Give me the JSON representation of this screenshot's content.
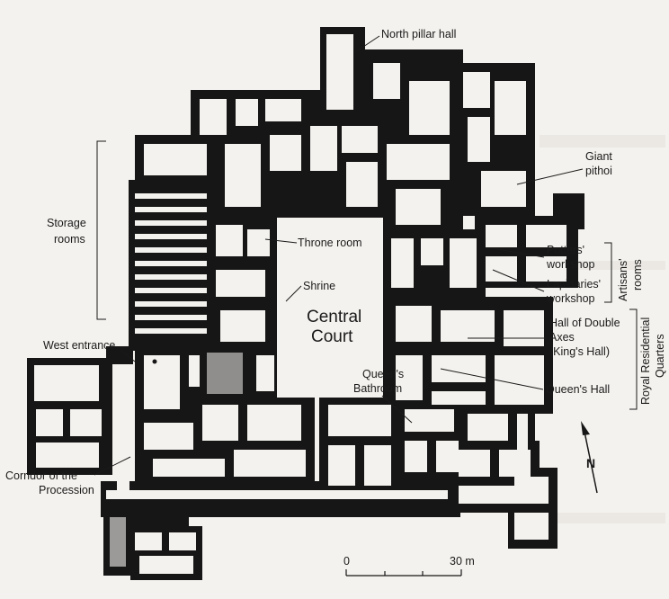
{
  "labels": {
    "north_pillar_hall": "North pillar hall",
    "giant_pithoi": [
      "Giant",
      "pithoi"
    ],
    "storage_rooms": [
      "Storage",
      "rooms"
    ],
    "throne_room": "Throne room",
    "potters_workshop": [
      "Potters'",
      "workshop"
    ],
    "lapidaries_workshop": [
      "Lapidaries'",
      "workshop"
    ],
    "artisans_rooms": [
      "Artisans'",
      "rooms"
    ],
    "shrine": "Shrine",
    "central_court": [
      "Central",
      "Court"
    ],
    "hall_of_double_axes": [
      "Hall of Double",
      "Axes",
      "(King's Hall)"
    ],
    "royal_residential_quarters": [
      "Royal Residential",
      "Quarters"
    ],
    "west_entrance": "West entrance",
    "queens_bathroom": [
      "Queen's",
      "Bathroom"
    ],
    "queens_hall": "Queen's Hall",
    "corridor_of_procession": [
      "Corridor of the",
      "Procession"
    ]
  },
  "north_arrow": {
    "label": "N"
  },
  "scale_bar": {
    "start": "0",
    "end": "30 m"
  },
  "colors": {
    "ink": "#161616",
    "paper": "#f4f2ee"
  }
}
